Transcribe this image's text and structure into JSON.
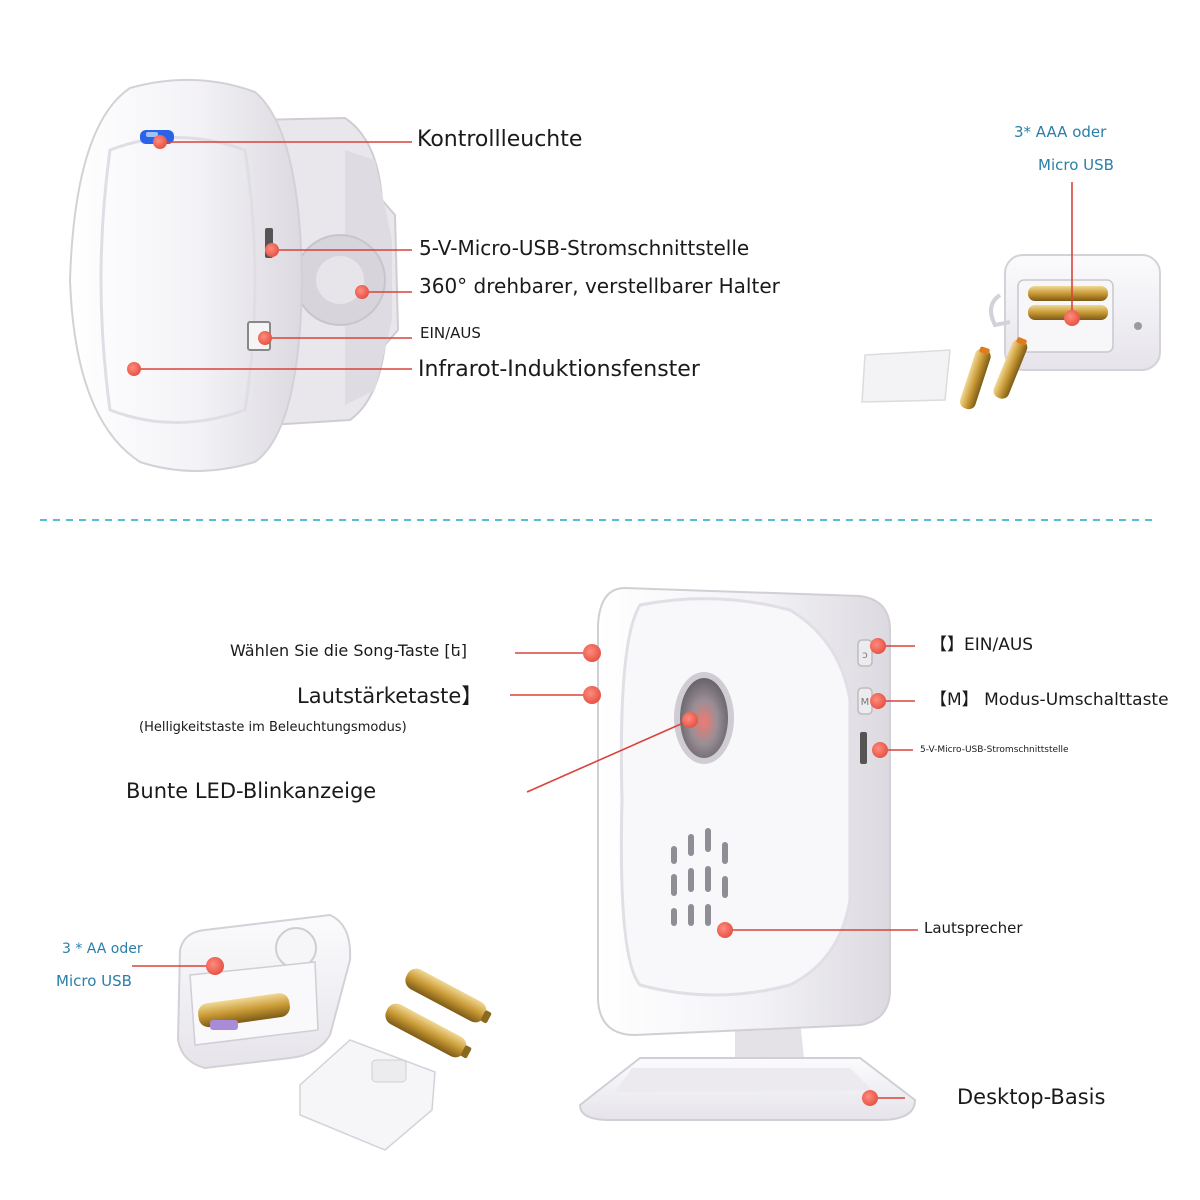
{
  "colors": {
    "background": "#ffffff",
    "leader_line": "#d9433a",
    "callout_dot": "#ef5a4b",
    "battery_label": "#2a7fa8",
    "divider": "#56bfd3",
    "device_body": "#f4f3f6",
    "device_shadow": "#d8d6dc",
    "indicator_led": "#2b63e8",
    "battery_gold": "#c99a35"
  },
  "sensor": {
    "labels": {
      "indicator_light": "Kontrollleuchte",
      "usb_port": "5-V-Micro-USB-Stromschnittstelle",
      "bracket": "360° drehbarer, verstellbarer Halter",
      "on_off": "EIN/AUS",
      "infrared_window": "Infrarot-Induktionsfenster"
    },
    "battery": {
      "line1": "3* AAA oder",
      "line2": "Micro USB"
    }
  },
  "receiver": {
    "labels": {
      "song_button": "Wählen Sie die Song-Taste [ե]",
      "volume_button": "Lautstärketaste】",
      "volume_note": "(Helligkeitstaste im Beleuchtungsmodus)",
      "led_indicator": "Bunte LED-Blinkanzeige",
      "power_switch": "【】EIN/AUS",
      "mode_button": "【M】 Modus-Umschalttaste",
      "usb_port": "5-V-Micro-USB-Stromschnittstelle",
      "speaker": "Lautsprecher",
      "desktop_base": "Desktop-Basis"
    },
    "button_marks": {
      "power": "ↄ",
      "mode": "M"
    },
    "battery": {
      "line1": "3 * AA oder",
      "line2": "Micro USB"
    }
  },
  "icons": {
    "callout": "red-dot",
    "aa_battery": "gold-cylinder",
    "aaa_battery": "gold-cylinder",
    "speaker_grille": "slot-pattern"
  }
}
